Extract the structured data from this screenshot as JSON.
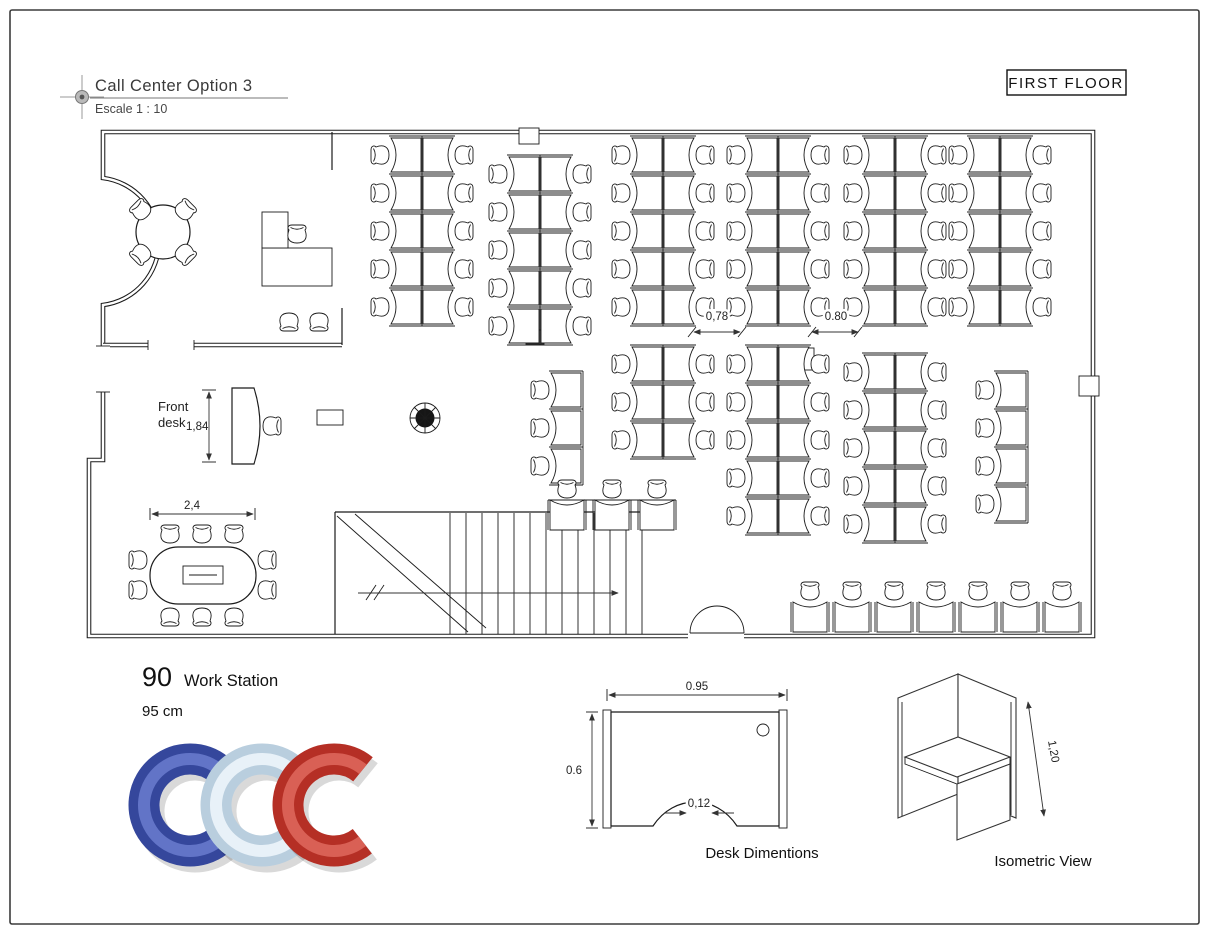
{
  "header": {
    "title": "Call Center Option 3",
    "scale": "Escale 1 : 10",
    "floor": "FIRST FLOOR"
  },
  "annotations": {
    "front_desk_line1": "Front",
    "front_desk_line2": "desk",
    "front_desk_dim": "1,84",
    "aisle_dim_1": "0,78",
    "aisle_dim_2": "0.80",
    "conference_dim": "2,4"
  },
  "legend": {
    "station_count": "90",
    "station_label": "Work Station",
    "station_size": "95 cm"
  },
  "logo": {
    "name": "ccc-logo",
    "letters": "CCC",
    "color_blue": "#35479c",
    "color_pale": "#b9cede",
    "color_red": "#b52f25"
  },
  "desk_detail": {
    "label": "Desk Dimentions",
    "width_dim": "0.95",
    "depth_dim": "0.6",
    "notch_dim": "0,12"
  },
  "isometric": {
    "label": "Isometric View",
    "height_dim": "1,20"
  }
}
